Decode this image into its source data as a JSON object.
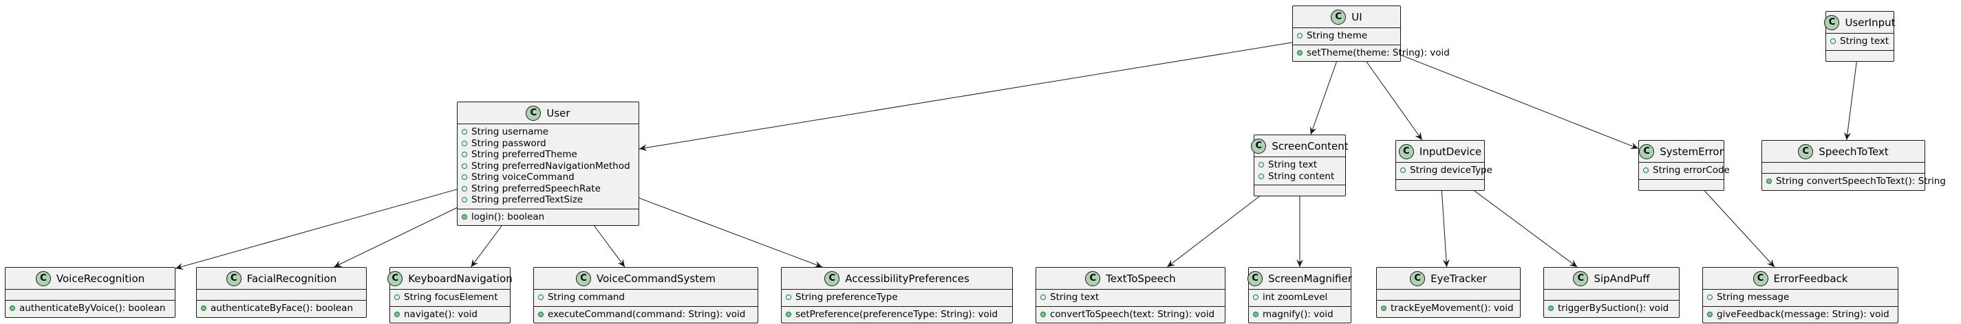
{
  "classes": {
    "UI": {
      "name": "UI",
      "stereotype": "C",
      "fields": [
        "String theme"
      ],
      "methods": [
        "setTheme(theme: String): void"
      ]
    },
    "UserInput": {
      "name": "UserInput",
      "stereotype": "C",
      "fields": [
        "String text"
      ],
      "methods": []
    },
    "User": {
      "name": "User",
      "stereotype": "C",
      "fields": [
        "String username",
        "String password",
        "String preferredTheme",
        "String preferredNavigationMethod",
        "String voiceCommand",
        "String preferredSpeechRate",
        "String preferredTextSize"
      ],
      "methods": [
        "login(): boolean"
      ]
    },
    "ScreenContent": {
      "name": "ScreenContent",
      "stereotype": "C",
      "fields": [
        "String text",
        "String content"
      ],
      "methods": []
    },
    "InputDevice": {
      "name": "InputDevice",
      "stereotype": "C",
      "fields": [
        "String deviceType"
      ],
      "methods": []
    },
    "SystemError": {
      "name": "SystemError",
      "stereotype": "C",
      "fields": [
        "String errorCode"
      ],
      "methods": []
    },
    "SpeechToText": {
      "name": "SpeechToText",
      "stereotype": "C",
      "fields": [],
      "methods": [
        "String convertSpeechToText(): String"
      ]
    },
    "VoiceRecognition": {
      "name": "VoiceRecognition",
      "stereotype": "C",
      "fields": [],
      "methods": [
        "authenticateByVoice(): boolean"
      ]
    },
    "FacialRecognition": {
      "name": "FacialRecognition",
      "stereotype": "C",
      "fields": [],
      "methods": [
        "authenticateByFace(): boolean"
      ]
    },
    "KeyboardNavigation": {
      "name": "KeyboardNavigation",
      "stereotype": "C",
      "fields": [
        "String focusElement"
      ],
      "methods": [
        "navigate(): void"
      ]
    },
    "VoiceCommandSystem": {
      "name": "VoiceCommandSystem",
      "stereotype": "C",
      "fields": [
        "String command"
      ],
      "methods": [
        "executeCommand(command: String): void"
      ]
    },
    "AccessibilityPreferences": {
      "name": "AccessibilityPreferences",
      "stereotype": "C",
      "fields": [
        "String preferenceType"
      ],
      "methods": [
        "setPreference(preferenceType: String): void"
      ]
    },
    "TextToSpeech": {
      "name": "TextToSpeech",
      "stereotype": "C",
      "fields": [
        "String text"
      ],
      "methods": [
        "convertToSpeech(text: String): void"
      ]
    },
    "ScreenMagnifier": {
      "name": "ScreenMagnifier",
      "stereotype": "C",
      "fields": [
        "int zoomLevel"
      ],
      "methods": [
        "magnify(): void"
      ]
    },
    "EyeTracker": {
      "name": "EyeTracker",
      "stereotype": "C",
      "fields": [],
      "methods": [
        "trackEyeMovement(): void"
      ]
    },
    "SipAndPuff": {
      "name": "SipAndPuff",
      "stereotype": "C",
      "fields": [],
      "methods": [
        "triggerBySuction(): void"
      ]
    },
    "ErrorFeedback": {
      "name": "ErrorFeedback",
      "stereotype": "C",
      "fields": [
        "String message"
      ],
      "methods": [
        "giveFeedback(message: String): void"
      ]
    }
  },
  "relations": [
    [
      "UI",
      "User"
    ],
    [
      "UI",
      "ScreenContent"
    ],
    [
      "UI",
      "InputDevice"
    ],
    [
      "UI",
      "SystemError"
    ],
    [
      "UserInput",
      "SpeechToText"
    ],
    [
      "User",
      "VoiceRecognition"
    ],
    [
      "User",
      "FacialRecognition"
    ],
    [
      "User",
      "KeyboardNavigation"
    ],
    [
      "User",
      "VoiceCommandSystem"
    ],
    [
      "User",
      "AccessibilityPreferences"
    ],
    [
      "ScreenContent",
      "TextToSpeech"
    ],
    [
      "ScreenContent",
      "ScreenMagnifier"
    ],
    [
      "InputDevice",
      "EyeTracker"
    ],
    [
      "InputDevice",
      "SipAndPuff"
    ],
    [
      "SystemError",
      "ErrorFeedback"
    ]
  ],
  "colors": {
    "class_bg": "#F1F1F1",
    "border": "#181818",
    "badge": "#ADD1B2",
    "edge": "#181818"
  }
}
